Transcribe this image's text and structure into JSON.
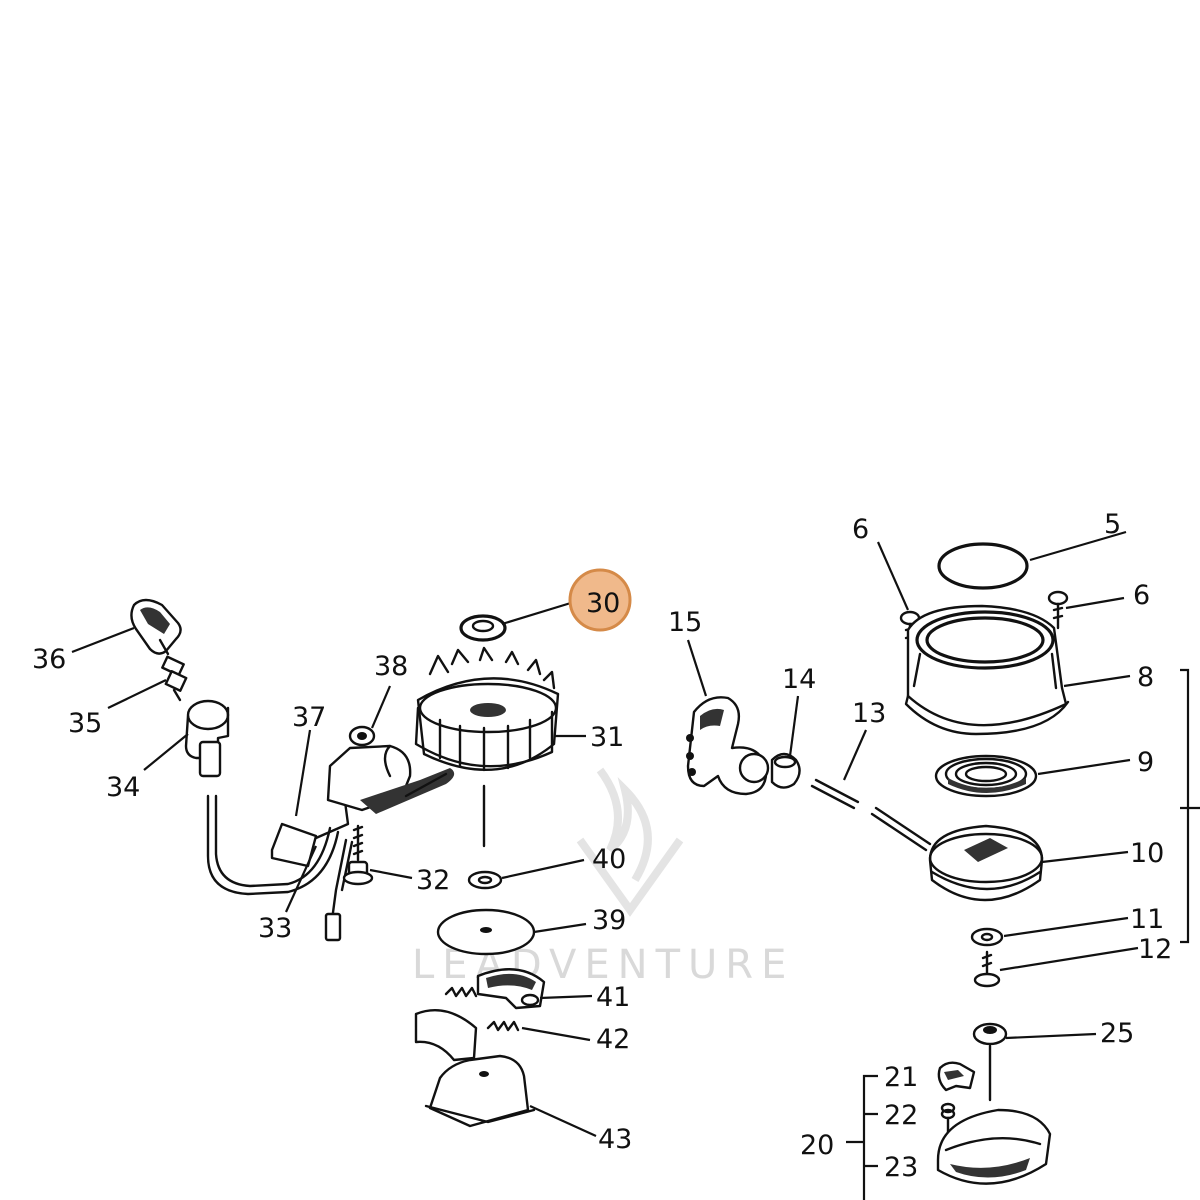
{
  "callouts": {
    "n5": "5",
    "n6a": "6",
    "n6b": "6",
    "n8": "8",
    "n9": "9",
    "n10": "10",
    "n11": "11",
    "n12": "12",
    "n13": "13",
    "n14": "14",
    "n15": "15",
    "n20": "20",
    "n21": "21",
    "n22": "22",
    "n23": "23",
    "n25": "25",
    "n30": "30",
    "n31": "31",
    "n32": "32",
    "n33": "33",
    "n34": "34",
    "n35": "35",
    "n36": "36",
    "n37": "37",
    "n38": "38",
    "n39": "39",
    "n40": "40",
    "n41": "41",
    "n42": "42",
    "n43": "43"
  },
  "highlight": {
    "part": "30",
    "color": "#f0b98b",
    "border": "#d58a48"
  },
  "watermark": {
    "text": "LEADVENTURE",
    "color": "#d9d9d9"
  }
}
